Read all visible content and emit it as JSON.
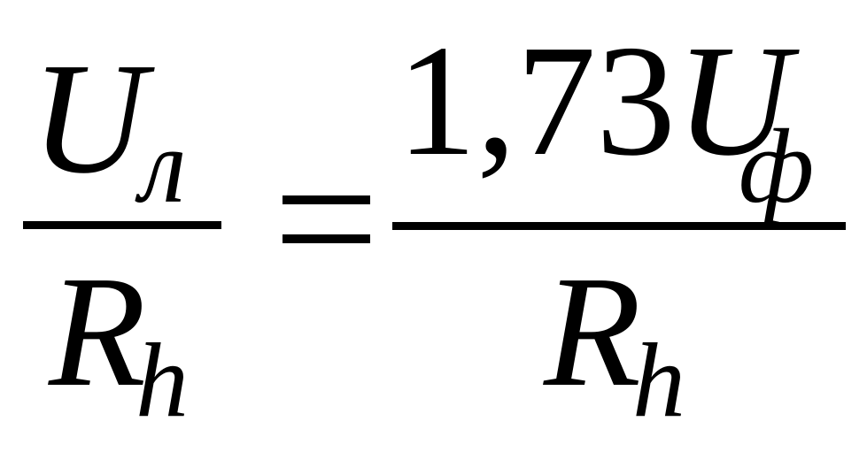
{
  "formula": {
    "left": {
      "numerator": {
        "symbol": "U",
        "subscript": "л"
      },
      "denominator": {
        "symbol": "R",
        "subscript": "h"
      }
    },
    "operator": "=",
    "right": {
      "numerator": {
        "coefficient_symbol": "1,73U",
        "subscript": "ф"
      },
      "denominator": {
        "symbol": "R",
        "subscript": "h"
      }
    }
  }
}
